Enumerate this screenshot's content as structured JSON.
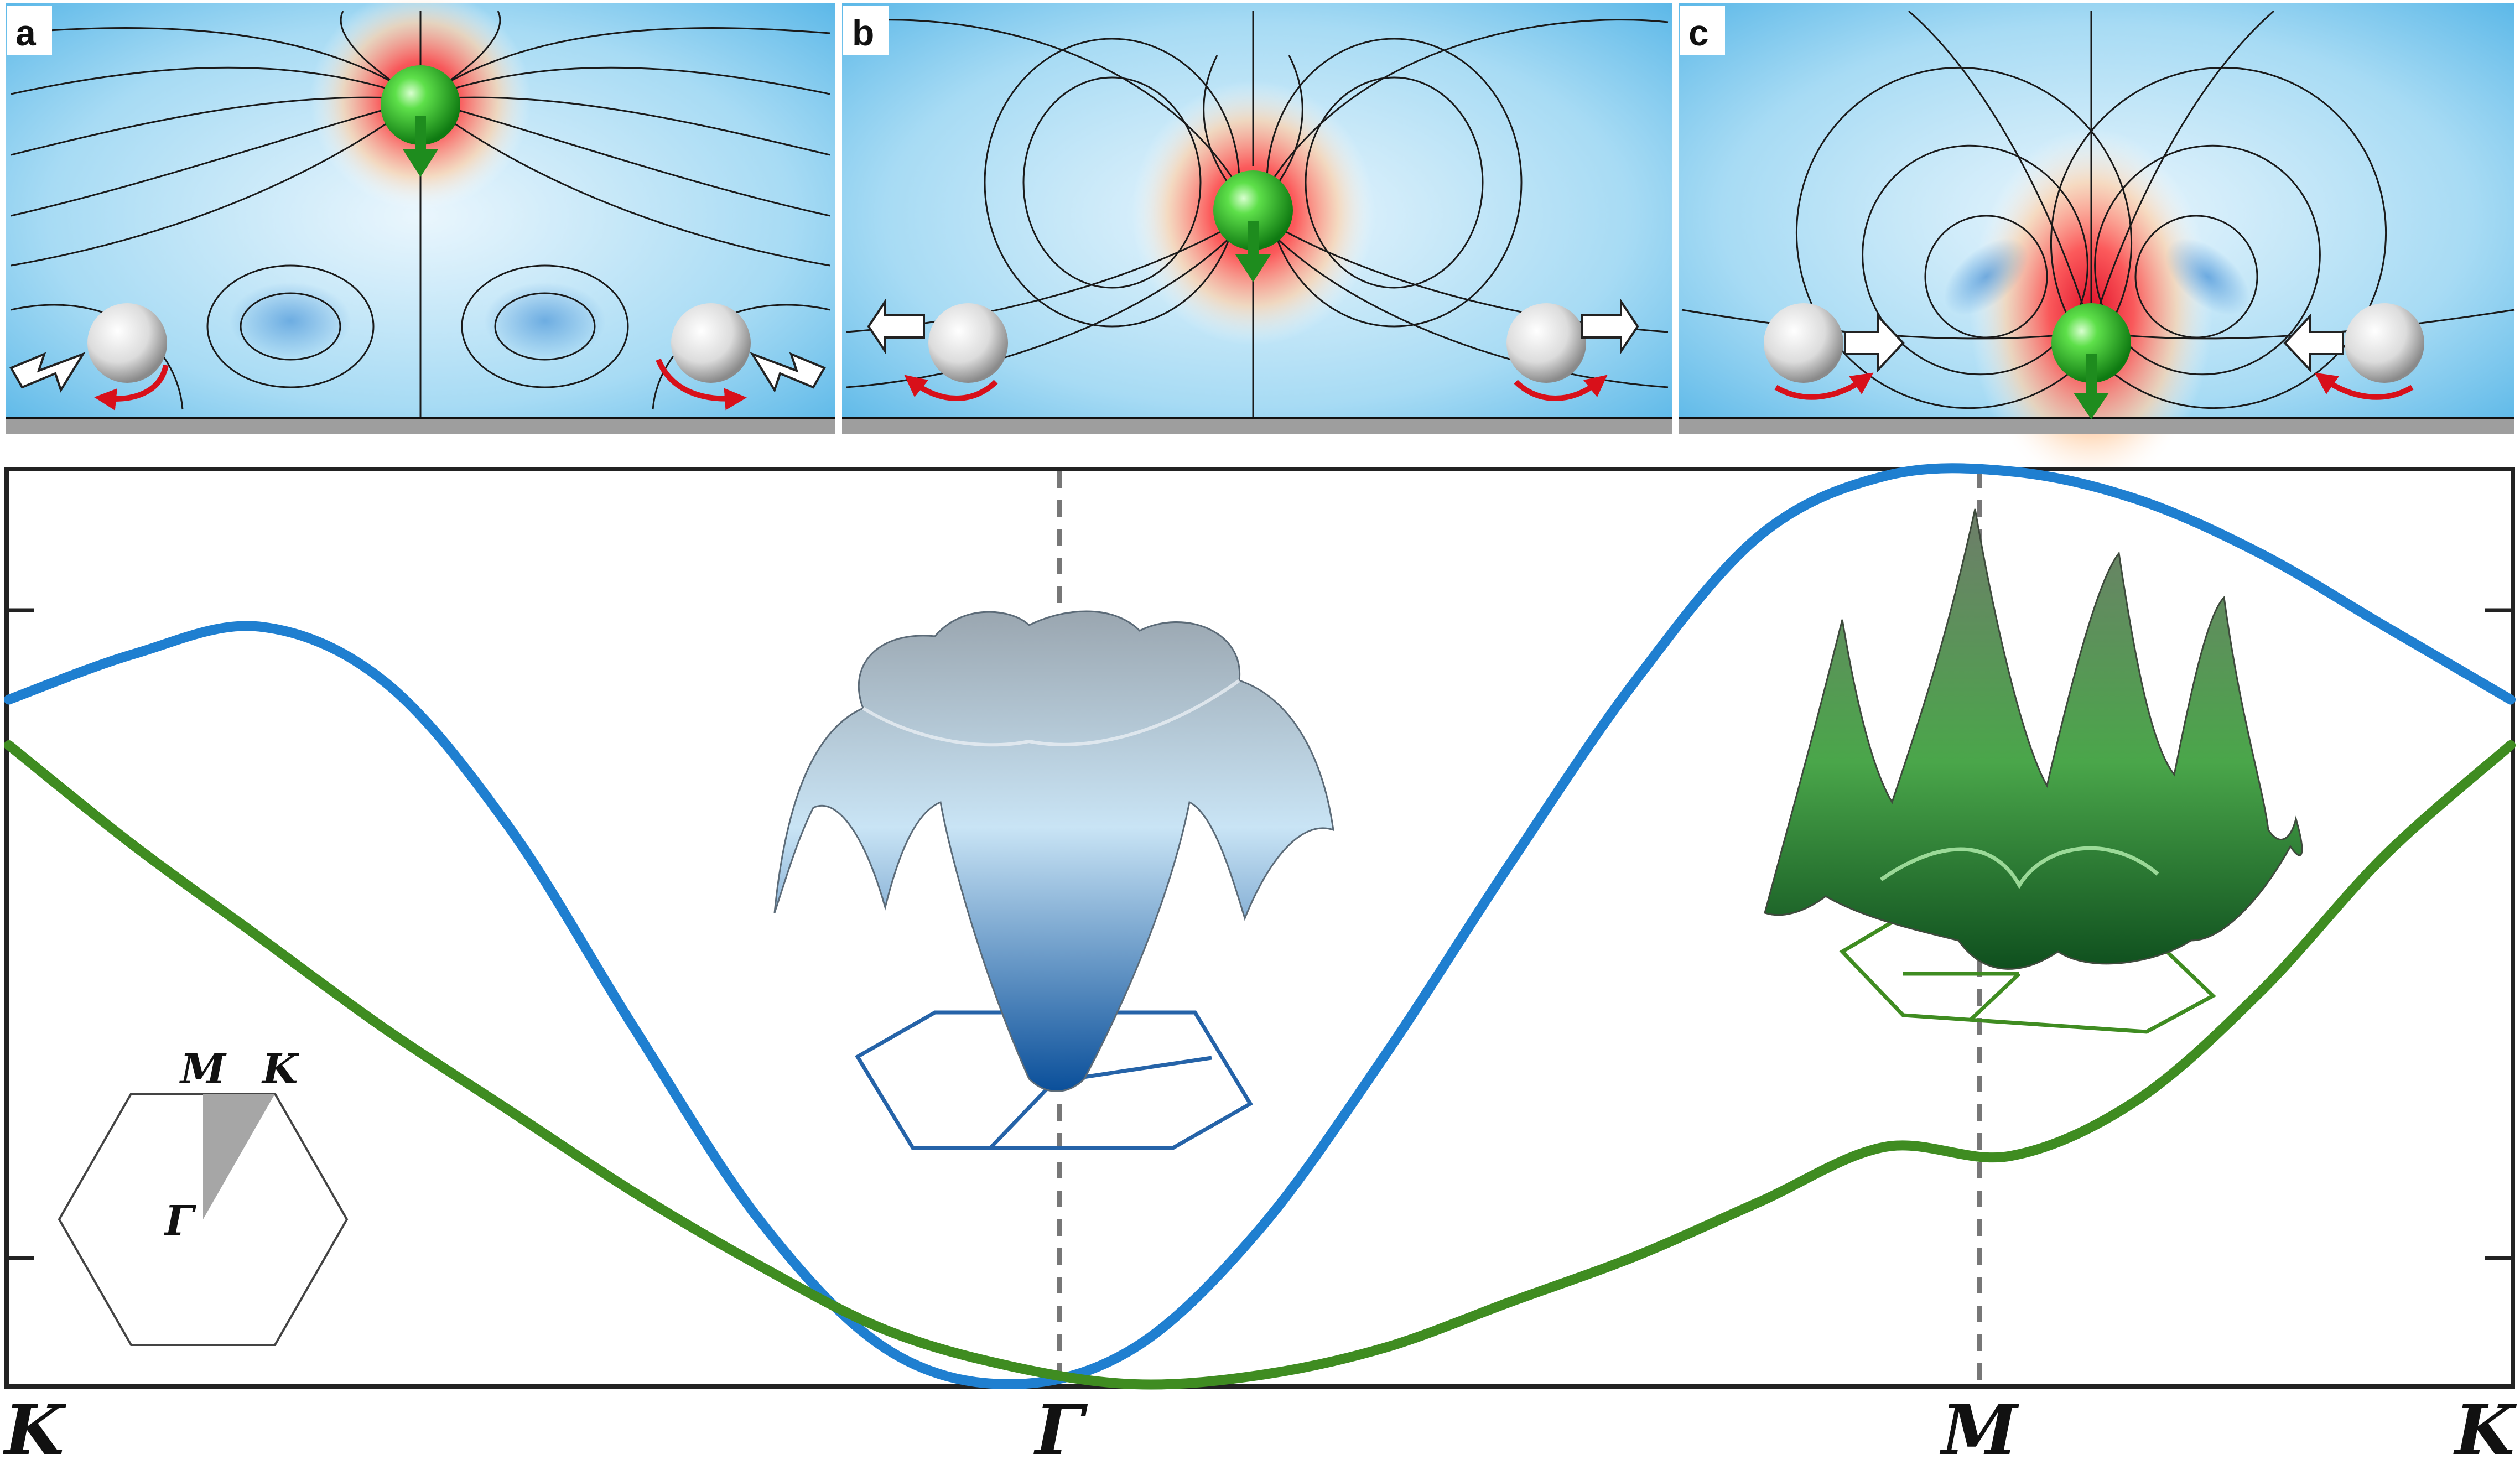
{
  "panels": [
    {
      "letter": "a"
    },
    {
      "letter": "b"
    },
    {
      "letter": "c"
    }
  ],
  "chart_data": {
    "type": "line",
    "x_ticks": [
      "K",
      "Γ",
      "M",
      "K"
    ],
    "x": [
      0,
      0.5,
      1.0,
      1.5,
      2.0,
      2.5,
      3.0,
      3.5,
      4.0,
      4.5,
      5.0,
      5.5,
      6.0,
      6.5,
      7.0,
      7.5,
      8.0,
      8.5,
      9.0,
      9.5,
      10.0
    ],
    "series": [
      {
        "color": "#1f7fd0",
        "values": [
          0.75,
          0.8,
          0.83,
          0.77,
          0.61,
          0.39,
          0.18,
          0.04,
          0.0,
          0.04,
          0.17,
          0.36,
          0.57,
          0.77,
          0.93,
          0.995,
          1.0,
          0.97,
          0.91,
          0.83,
          0.75
        ]
      },
      {
        "color": "#3f8c21",
        "values": [
          0.7,
          0.59,
          0.49,
          0.39,
          0.3,
          0.21,
          0.13,
          0.06,
          0.02,
          0.0,
          0.01,
          0.04,
          0.09,
          0.14,
          0.2,
          0.26,
          0.25,
          0.31,
          0.43,
          0.58,
          0.7
        ]
      }
    ],
    "ylim": [
      0,
      1
    ],
    "grid": false,
    "legend": "none"
  },
  "bz_inset": {
    "labels": {
      "gamma": "Γ",
      "m": "M",
      "k": "K"
    }
  },
  "colors": {
    "field_blue": "#2a9de0",
    "field_red": "#e0102a",
    "substrate": "#9e9e9e",
    "blue_band": "#1f7fd0",
    "green_band": "#3f8c21"
  }
}
